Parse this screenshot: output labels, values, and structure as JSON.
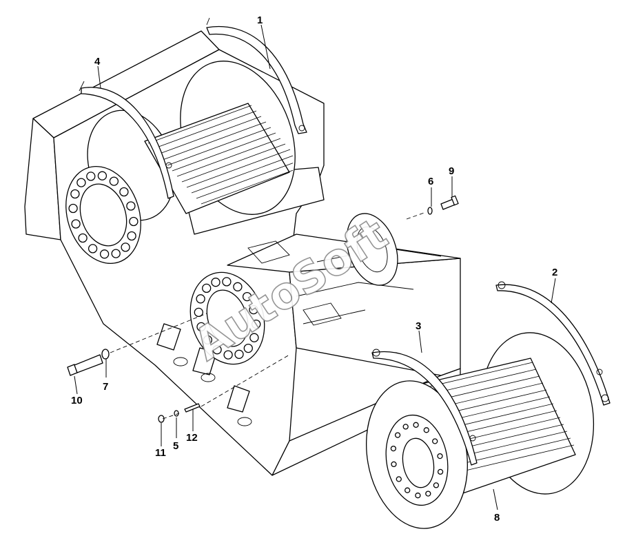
{
  "diagram": {
    "callouts": {
      "c1": "1",
      "c2": "2",
      "c3": "3",
      "c4": "4",
      "c5": "5",
      "c6": "6",
      "c7": "7",
      "c8": "8",
      "c9": "9",
      "c10": "10",
      "c11": "11",
      "c12": "12"
    },
    "watermark": "AutoSoft"
  }
}
